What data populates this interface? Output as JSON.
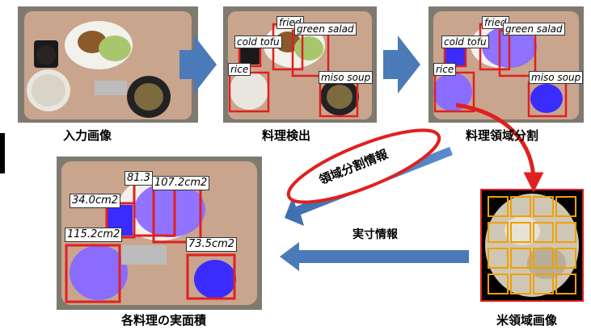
{
  "captions": {
    "input_image": "入力画像",
    "food_detection": "料理検出",
    "food_segmentation": "料理領域分割",
    "food_area": "各料理の実面積",
    "rice_region": "米領域画像"
  },
  "arrow_labels": {
    "segmentation_info": "領域分割情報",
    "size_info": "実寸情報"
  },
  "detection_labels": {
    "fried": "fried",
    "cold_tofu": "cold tofu",
    "green_salad": "green salad",
    "rice": "rice",
    "miso_soup": "miso soup"
  },
  "segmentation_labels": {
    "fried": "fried",
    "cold_tofu": "cold tofu",
    "green_salad": "green salad",
    "rice": "rice",
    "miso_soup": "miso soup"
  },
  "area_labels": {
    "fried": "81.3",
    "salad": "107.2cm2",
    "tofu": "34.0cm2",
    "rice": "115.2cm2",
    "soup": "73.5cm2"
  },
  "colors": {
    "arrow_blue": "#4a7ab8",
    "box_red": "#e02020",
    "seg_purple": "#8a6cff",
    "seg_blue": "#3a2cff",
    "grid_orange": "#f0a000"
  }
}
